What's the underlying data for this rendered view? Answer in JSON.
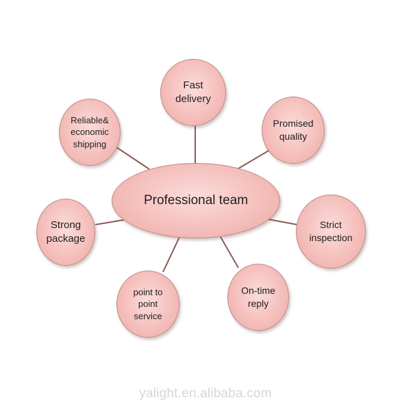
{
  "diagram": {
    "center": {
      "label": "Professional team"
    },
    "nodes": [
      {
        "id": "fast-delivery",
        "label": "Fast\ndelivery"
      },
      {
        "id": "promised-quality",
        "label": "Promised\nquality"
      },
      {
        "id": "reliable-shipping",
        "label": "Reliable&\neconomic\nshipping"
      },
      {
        "id": "strong-package",
        "label": "Strong\npackage"
      },
      {
        "id": "strict-inspection",
        "label": "Strict\ninspection"
      },
      {
        "id": "point-to-point-service",
        "label": "point to\npoint\nservice"
      },
      {
        "id": "on-time-reply",
        "label": "On-time\nreply"
      }
    ],
    "colors": {
      "node_fill": "#f4bdb9",
      "node_border": "#b98a86",
      "connector": "#8a5a57"
    }
  },
  "watermark": {
    "text": "yalight.en.alibaba.com"
  }
}
